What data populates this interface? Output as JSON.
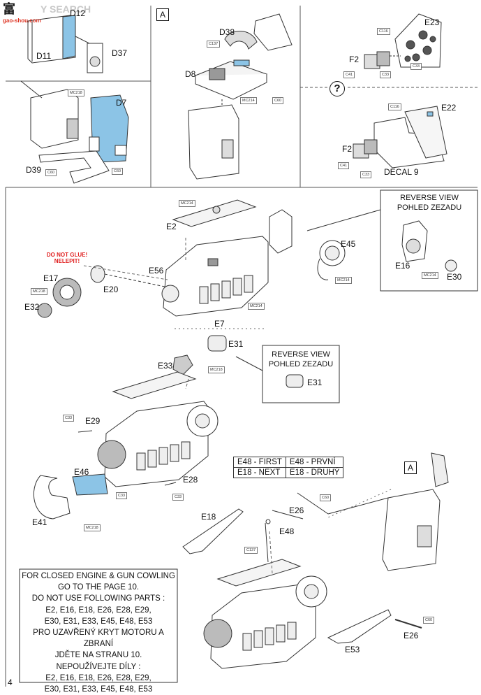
{
  "watermark": {
    "primary": "富",
    "secondary": "Y SEARCH",
    "url": "gao-shou.com"
  },
  "page_number": "4",
  "markers": {
    "a_marker": "A",
    "question_marker": "?"
  },
  "part_labels": {
    "d12": "D12",
    "d11": "D11",
    "d37": "D37",
    "d7": "D7",
    "d39": "D39",
    "d38": "D38",
    "d8": "D8",
    "e23": "E23",
    "e22": "E22",
    "f2_top": "F2",
    "f2_bottom": "F2",
    "decal9": "DECAL 9",
    "e2": "E2",
    "e56": "E56",
    "e17": "E17",
    "e20": "E20",
    "e32": "E32",
    "e7": "E7",
    "e45": "E45",
    "e16": "E16",
    "e30": "E30",
    "e31_top": "E31",
    "e33": "E33",
    "e31_reverse": "E31",
    "e29": "E29",
    "e46": "E46",
    "e41": "E41",
    "e28": "E28",
    "e18": "E18",
    "e26_top": "E26",
    "e48": "E48",
    "e26_bottom": "E26",
    "e53": "E53"
  },
  "material_tags": {
    "mc218_d": "MC218",
    "c60_d39": "C60",
    "c60_d7": "C60",
    "c137_d38": "C137",
    "mc214_d8": "MC214",
    "c60_d8": "C60",
    "c116_e23": "C116",
    "c33_e23": "C33",
    "c41_f2": "C41",
    "c33_f2": "C33",
    "c116_e22": "C116",
    "c41_f2b": "C41",
    "c33_f2b": "C33",
    "mc214_e2": "MC214",
    "mc218_e17": "MC218",
    "mc214_e7": "MC214",
    "mc214_e45": "MC214",
    "mc214_e16": "MC214",
    "mc218_e31": "MC218",
    "c33_e29": "C33",
    "c33_e46": "C33",
    "c33_e28": "C33",
    "mc218_e41": "MC218",
    "c60_e26": "C60",
    "c137_e48": "C137",
    "c60_e26b": "C60"
  },
  "warnings": {
    "do_not_glue": [
      "DO NOT GLUE!",
      "NELEPIT!"
    ]
  },
  "callouts": {
    "reverse_view_1": [
      "REVERSE VIEW",
      "POHLED ZEZADU"
    ],
    "reverse_view_2": [
      "REVERSE VIEW",
      "POHLED ZEZADU"
    ]
  },
  "sequence_table": {
    "rows": [
      [
        "E48 - FIRST",
        "E48 - PRVNÍ"
      ],
      [
        "E18 - NEXT",
        "E18 - DRUHÝ"
      ]
    ]
  },
  "notice": {
    "lines": [
      "FOR CLOSED ENGINE & GUN COWLING",
      "GO TO THE PAGE 10.",
      "DO NOT USE FOLLOWING PARTS :",
      "E2, E16, E18, E26, E28, E29,",
      "E30, E31, E33, E45, E48, E53",
      "PRO UZAVŘENÝ KRYT MOTORU A ZBRANÍ",
      "JDĚTE NA STRANU 10.",
      "NEPOUŽÍVEJTE DÍLY :",
      "E2, E16, E18, E26, E28, E29,",
      "E30, E31, E33, E45, E48, E53"
    ]
  },
  "colors": {
    "photo_etch_blue": "#8cc4e6",
    "warning_red": "#e02020",
    "line": "#333333"
  }
}
